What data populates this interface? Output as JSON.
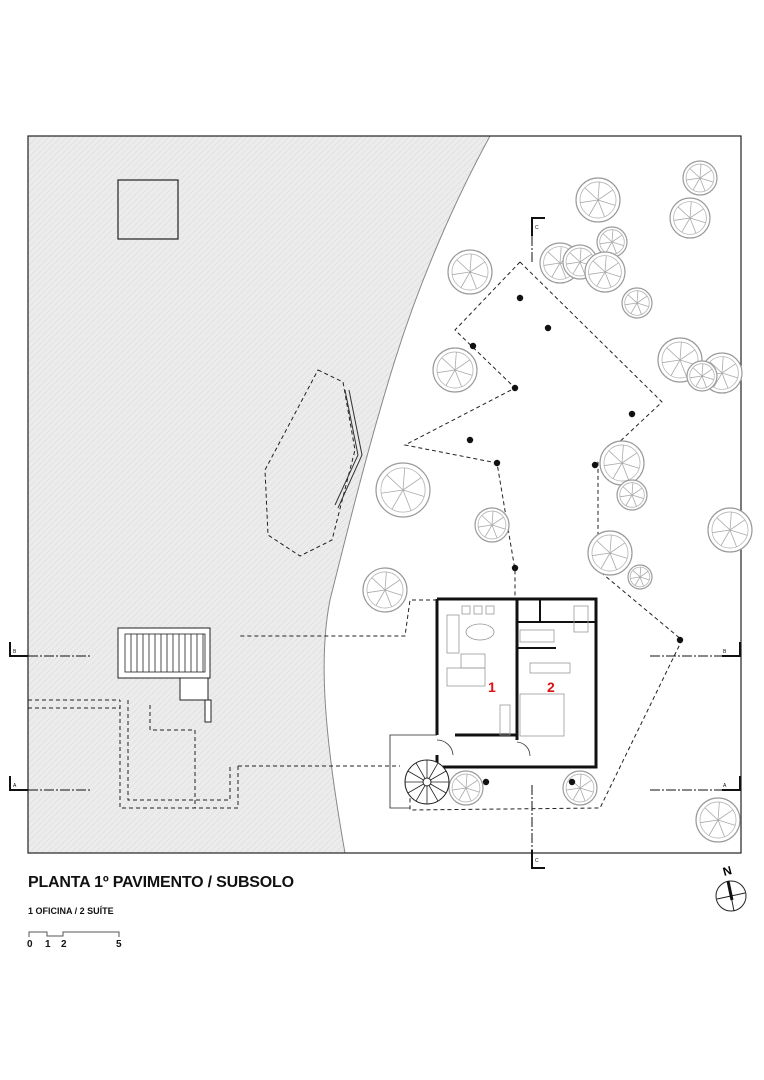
{
  "drawing": {
    "title": "PLANTA 1º PAVIMENTO / SUBSOLO",
    "legend": "1 OFICINA / 2 SUÍTE",
    "scale_labels": [
      "0",
      "1",
      "2",
      "5"
    ],
    "north_label": "N",
    "rooms": [
      {
        "number": "1",
        "name": "OFICINA"
      },
      {
        "number": "2",
        "name": "SUÍTE"
      }
    ],
    "section_markers": [
      "B",
      "B",
      "A",
      "A",
      "C",
      "C"
    ],
    "colors": {
      "room_label": "#e01010",
      "terrain": "#e8e8e8",
      "line": "#111111"
    }
  }
}
